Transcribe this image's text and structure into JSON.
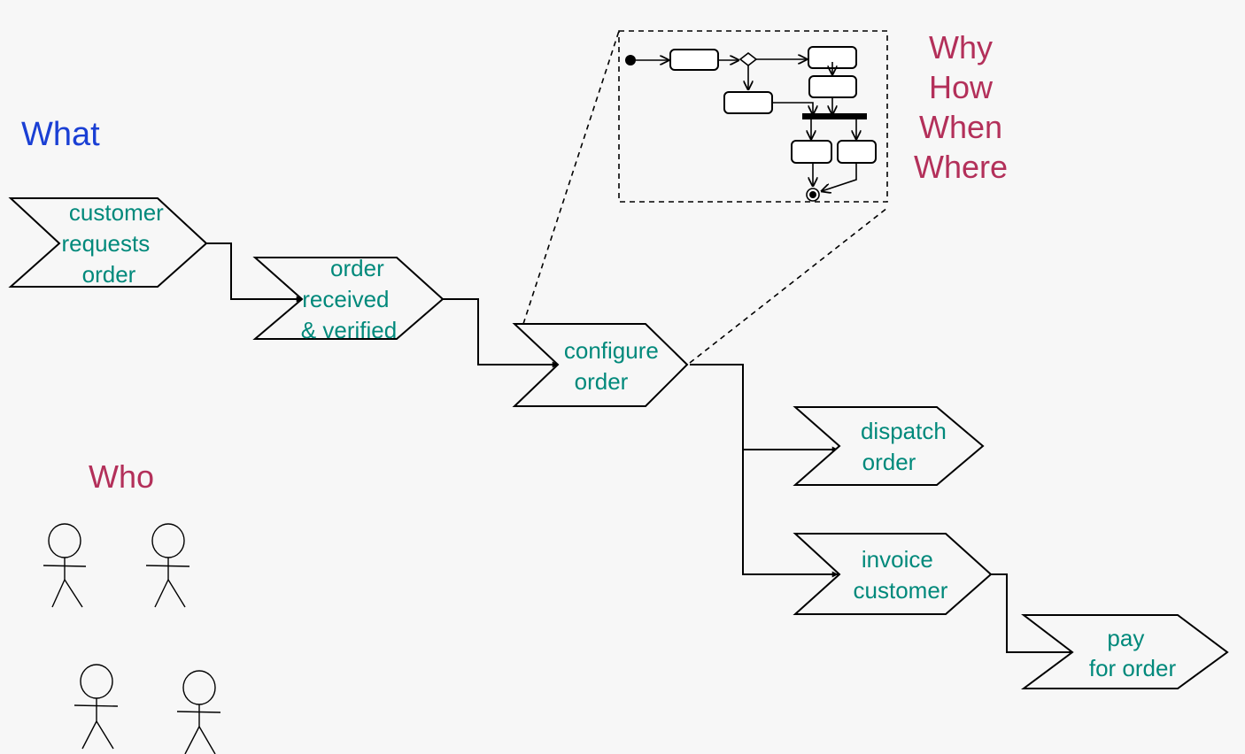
{
  "labels": {
    "what": "What",
    "who": "Who",
    "questions": [
      "Why",
      "How",
      "When",
      "Where"
    ]
  },
  "processes": [
    {
      "id": "p1",
      "lines": [
        "customer",
        "requests",
        "order"
      ]
    },
    {
      "id": "p2",
      "lines": [
        "order",
        "received",
        "& verified"
      ]
    },
    {
      "id": "p3",
      "lines": [
        "configure",
        "order"
      ]
    },
    {
      "id": "p4",
      "lines": [
        "dispatch",
        "order"
      ]
    },
    {
      "id": "p5",
      "lines": [
        "invoice",
        "customer"
      ]
    },
    {
      "id": "p6",
      "lines": [
        "pay",
        "for order"
      ]
    }
  ],
  "colors": {
    "process_text": "#00897b",
    "what": "#1a3fd4",
    "who_and_questions": "#b3305a"
  }
}
